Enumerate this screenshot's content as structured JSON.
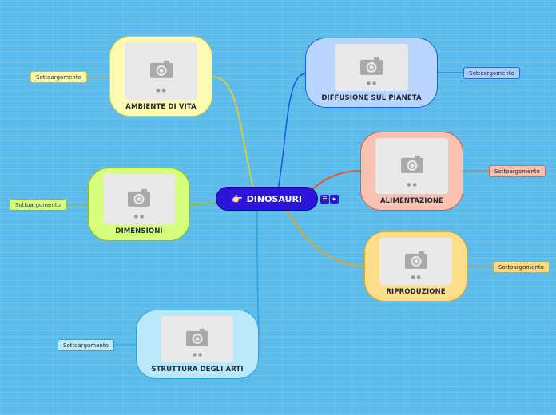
{
  "central": {
    "icon": "pointing-hand-icon",
    "emoji": "👉🏻",
    "label": "DINOSAURI"
  },
  "central_icons": [
    {
      "name": "notes-icon",
      "glyph": "☰"
    },
    {
      "name": "flag-icon",
      "glyph": "▸"
    }
  ],
  "topics": [
    {
      "id": "ambiente",
      "label": "AMBIENTE DI VITA",
      "color": "#fffbb3",
      "border": "#d9cf3a",
      "line": "#d6cc3a",
      "sub": {
        "label": "Sottoargomento",
        "color": "#fff9a8",
        "border": "#c9be2e"
      }
    },
    {
      "id": "dimensioni",
      "label": "DIMENSIONI",
      "color": "#d6ff7c",
      "border": "#82bf1c",
      "line": "#89c21f",
      "sub": {
        "label": "Sottoargomento",
        "color": "#d9ff80",
        "border": "#86bd22"
      }
    },
    {
      "id": "struttura",
      "label": "STRUTTURA DEGLI ARTI",
      "color": "#b9e8fb",
      "border": "#2ea4df",
      "line": "#2da5de",
      "sub": {
        "label": "Sottoargomento",
        "color": "#bfeafb",
        "border": "#2ea4df"
      }
    },
    {
      "id": "diffusione",
      "label": "DIFFUSIONE SUL PIANETA",
      "color": "#b8d4ff",
      "border": "#1a5fd8",
      "line": "#1a5fd8",
      "sub": {
        "label": "Sottoargomento",
        "color": "#aecdff",
        "border": "#2b6ed8"
      }
    },
    {
      "id": "alimentazione",
      "label": "ALIMENTAZIONE",
      "color": "#fbc2b2",
      "border": "#d95a3a",
      "line": "#e05a3a",
      "sub": {
        "label": "Sottoargomento",
        "color": "#fbbfae",
        "border": "#d96a4c"
      }
    },
    {
      "id": "riproduzione",
      "label": "RIPRODUZIONE",
      "color": "#ffdd8a",
      "border": "#e0a81e",
      "line": "#e0a81e",
      "sub": {
        "label": "Sottoargomento",
        "color": "#ffd97c",
        "border": "#d9a31c"
      }
    }
  ]
}
